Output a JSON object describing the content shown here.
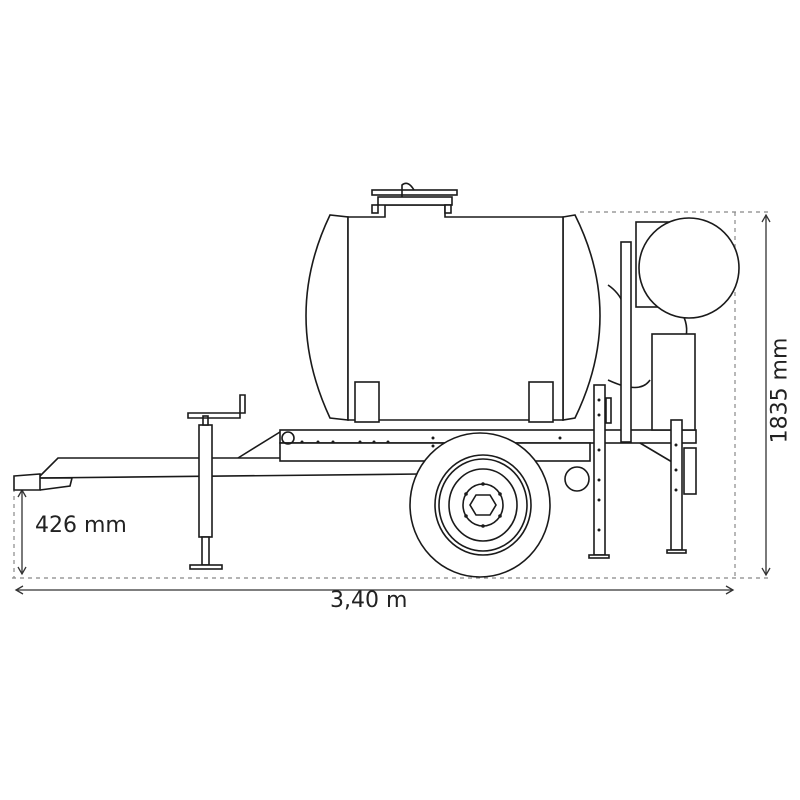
{
  "dimensions": {
    "hitch_height": "426 mm",
    "total_length": "3,40 m",
    "total_height": "1835 mm"
  },
  "colors": {
    "line": "#1a1a1a",
    "dimension": "#888888"
  }
}
